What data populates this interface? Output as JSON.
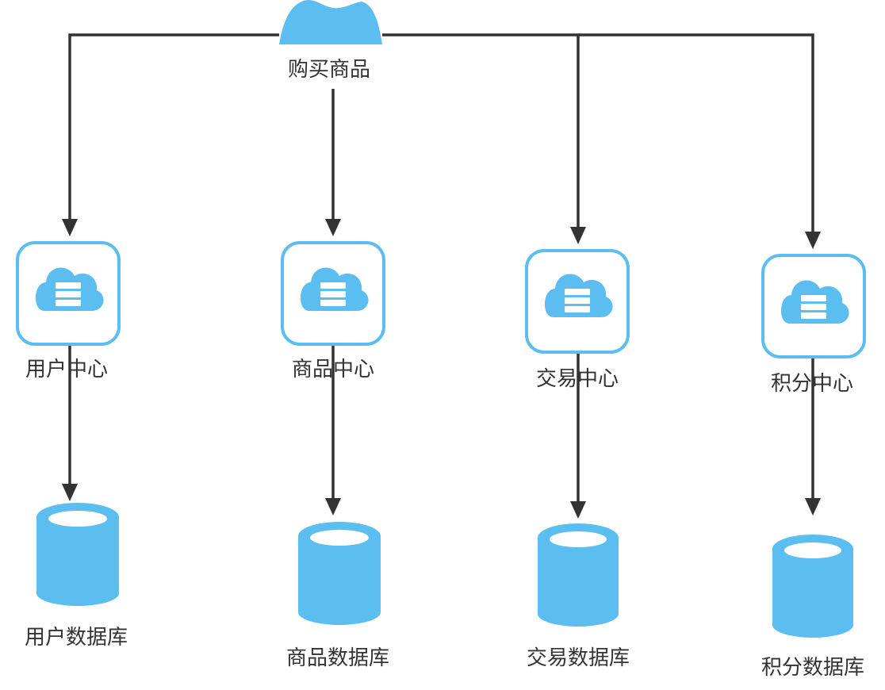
{
  "diagram": {
    "colors": {
      "accent": "#5bbdf0",
      "line": "#333333"
    },
    "top_node": {
      "label": "购买商品",
      "icon": "user-icon"
    },
    "services": [
      {
        "label": "用户中心",
        "icon": "cloud-server-icon"
      },
      {
        "label": "商品中心",
        "icon": "cloud-server-icon"
      },
      {
        "label": "交易中心",
        "icon": "cloud-server-icon"
      },
      {
        "label": "积分中心",
        "icon": "cloud-server-icon"
      }
    ],
    "databases": [
      {
        "label": "用户数据库",
        "icon": "database-icon"
      },
      {
        "label": "商品数据库",
        "icon": "database-icon"
      },
      {
        "label": "交易数据库",
        "icon": "database-icon"
      },
      {
        "label": "积分数据库",
        "icon": "database-icon"
      }
    ]
  }
}
